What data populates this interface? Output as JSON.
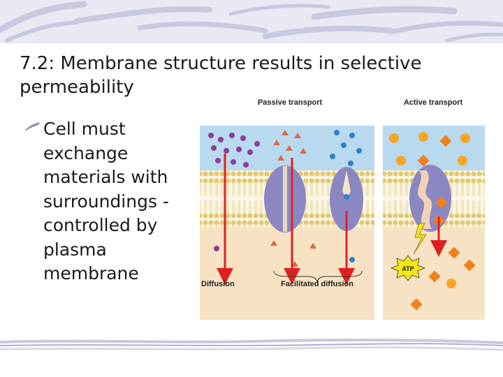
{
  "slide": {
    "title": "7.2: Membrane structure results in selective permeability",
    "bullet": "Cell must exchange materials with surroundings - controlled by plasma membrane"
  },
  "figure": {
    "headings": {
      "passive": "Passive transport",
      "active": "Active transport"
    },
    "labels": {
      "diffusion": "Diffusion",
      "facilitated": "Facilitated diffusion",
      "atp": "ATP"
    }
  },
  "colors": {
    "slide_background": "#ffffff",
    "decoration": "#c7c9df",
    "extracellular": "#b9d9ef",
    "cytoplasm": "#f7e3c4",
    "membrane_head": "#d9b94a",
    "protein": "#8a88c2",
    "arrow": "#e02020",
    "solute_purple": "#8e3b9c",
    "solute_blue": "#2f7fcf",
    "solute_red": "#e0664a",
    "solute_orange": "#f5a623"
  },
  "icons": [
    "bullet-quill-icon",
    "energy-bolt-icon"
  ]
}
